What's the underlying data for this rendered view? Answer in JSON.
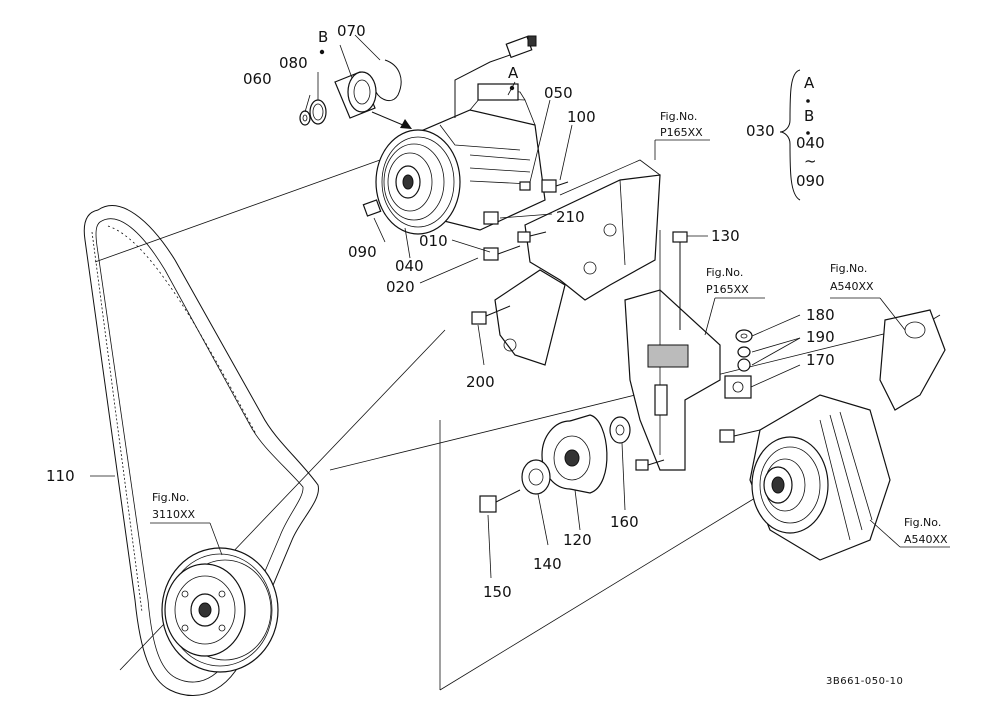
{
  "callouts": {
    "c010": "010",
    "c020": "020",
    "c030": "030",
    "c040": "040",
    "c050": "050",
    "c060": "060",
    "c070": "070",
    "c080": "080",
    "c090": "090",
    "c100": "100",
    "c110": "110",
    "c120": "120",
    "c130": "130",
    "c140": "140",
    "c150": "150",
    "c160": "160",
    "c170": "170",
    "c180": "180",
    "c190": "190",
    "c200": "200",
    "c210": "210"
  },
  "markers": {
    "a": "A",
    "b": "B"
  },
  "legend_030": {
    "line1": "A",
    "line2": "B",
    "line3": "040",
    "line4": "~",
    "line5": "090"
  },
  "fig_refs": [
    {
      "label": "Fig.No.",
      "code": "P165XX"
    },
    {
      "label": "Fig.No.",
      "code": "P165XX"
    },
    {
      "label": "Fig.No.",
      "code": "A540XX"
    },
    {
      "label": "Fig.No.",
      "code": "3110XX"
    },
    {
      "label": "Fig.No.",
      "code": "A540XX"
    }
  ],
  "drawing_code": "3B661-050-10"
}
